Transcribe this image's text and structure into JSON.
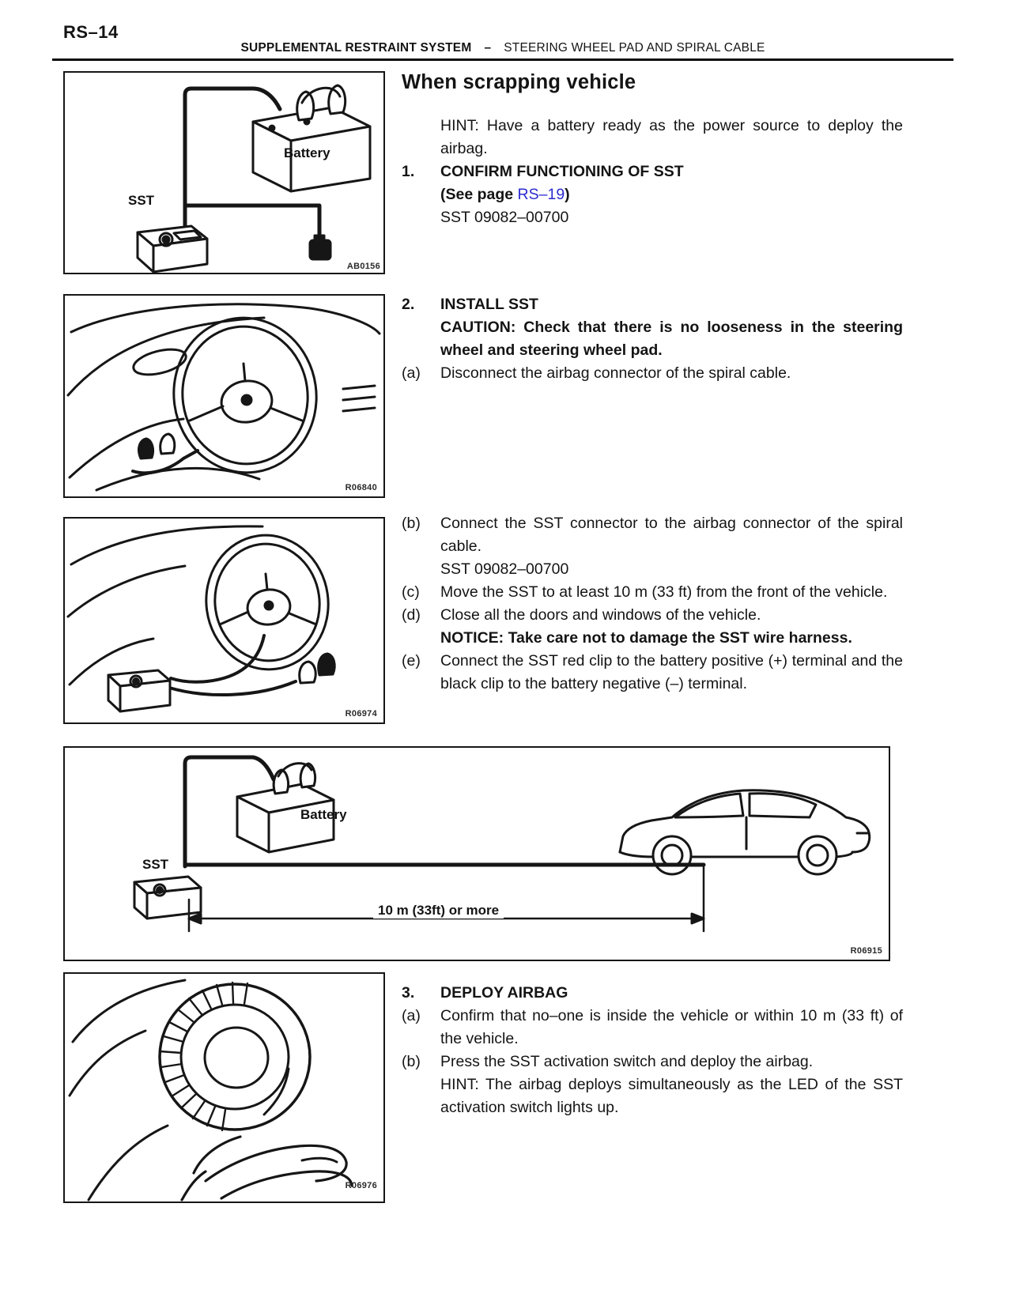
{
  "colors": {
    "link": "#2b2bd0",
    "ink": "#141414"
  },
  "header": {
    "page_number": "RS–14",
    "system": "SUPPLEMENTAL RESTRAINT SYSTEM",
    "dash": "–",
    "subtitle": "STEERING WHEEL PAD AND SPIRAL CABLE"
  },
  "content": {
    "title": "When scrapping vehicle",
    "intro_hint": "HINT: Have a battery ready as the power source to deploy the airbag.",
    "step1": {
      "num": "1.",
      "title": "CONFIRM FUNCTIONING OF SST",
      "see_open": "(See page ",
      "link": "RS–19",
      "see_close": ")",
      "sst": "SST 09082–00700"
    },
    "step2": {
      "num": "2.",
      "title": "INSTALL SST",
      "caution": "CAUTION: Check that there is no looseness in the steering wheel and steering wheel pad.",
      "item_a": {
        "label": "(a)",
        "text": "Disconnect the airbag connector of the spiral cable."
      },
      "item_b": {
        "label": "(b)",
        "text": "Connect the SST connector to the airbag connector of the spiral cable.",
        "sst": "SST 09082–00700"
      },
      "item_c": {
        "label": "(c)",
        "text": "Move the SST to at least 10 m (33 ft) from the front of the vehicle."
      },
      "item_d": {
        "label": "(d)",
        "text": "Close all the doors and windows of the vehicle.",
        "notice": "NOTICE: Take care not to damage the SST wire harness."
      },
      "item_e": {
        "label": "(e)",
        "text": "Connect the SST red clip to the battery positive (+) terminal and the black clip to the battery negative (–) terminal."
      }
    },
    "step3": {
      "num": "3.",
      "title": "DEPLOY AIRBAG",
      "item_a": {
        "label": "(a)",
        "text": "Confirm that no–one is inside the vehicle or within 10 m (33 ft) of the vehicle."
      },
      "item_b": {
        "label": "(b)",
        "text": "Press the SST activation switch and deploy the airbag.",
        "hint": "HINT: The airbag deploys simultaneously as the LED of the SST activation switch lights up."
      }
    }
  },
  "figures": {
    "fig1": {
      "battery_label": "Battery",
      "sst_label": "SST",
      "code": "AB0156"
    },
    "fig2": {
      "code": "R06840"
    },
    "fig3": {
      "code": "R06974"
    },
    "fig4": {
      "battery_label": "Battery",
      "sst_label": "SST",
      "distance_label": "10 m (33ft) or more",
      "code": "R06915"
    },
    "fig5": {
      "code": "R06976"
    }
  }
}
